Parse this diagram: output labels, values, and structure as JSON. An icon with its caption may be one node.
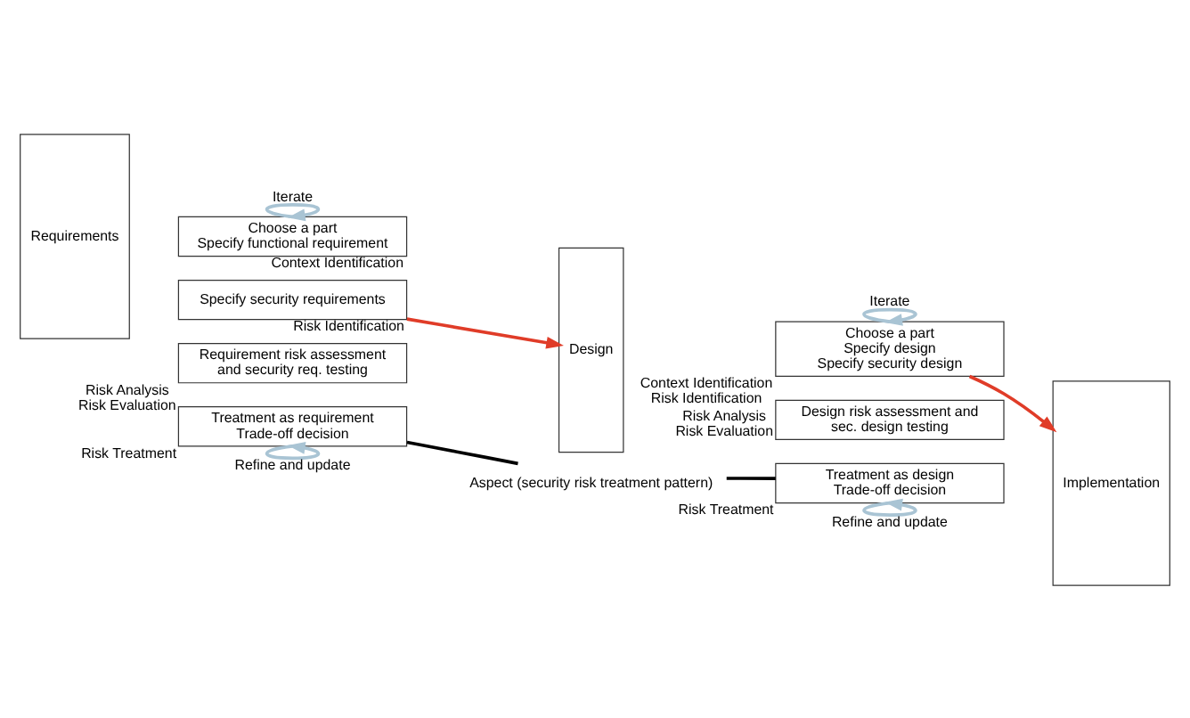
{
  "diagram": {
    "nodes": [
      {
        "text": [
          "Requirements"
        ]
      },
      {
        "text": [
          "Choose a part",
          "Specify functional requirement"
        ],
        "beside": [
          "Context Identification"
        ]
      },
      {
        "text": [
          "Specify security requirements"
        ],
        "beside": [
          "Risk Identification"
        ]
      },
      {
        "text": [
          "Requirement risk assessment and security req. testing"
        ],
        "beside": [
          "Risk Analysis",
          "Risk Evaluation"
        ]
      },
      {
        "text": [
          "Treatment as requirement",
          "Trade-off decision"
        ],
        "beside": [
          "Risk Treatment"
        ]
      },
      {
        "text": [
          "Design"
        ]
      },
      {
        "text": [
          "Choose a part",
          "Specify design",
          "Specify security design"
        ],
        "beside": [
          "Context Identification",
          "Risk Identification"
        ]
      },
      {
        "text": [
          "Design risk assessment and sec. design testing"
        ],
        "beside": [
          "Risk Analysis",
          "Risk Evaluation"
        ]
      },
      {
        "text": [
          "Treatment as design",
          "Trade-off decision"
        ],
        "beside": [
          "Risk Treatment"
        ]
      },
      {
        "text": [
          "Implementation"
        ]
      },
      {
        "text": [
          "Aspect (security risk treatment pattern)"
        ]
      }
    ],
    "edges": [
      {
        "from": 1,
        "to": 1,
        "arrow": "to",
        "label": "Iterate",
        "color": "#a9c4d4"
      },
      {
        "from": 4,
        "to": 4,
        "arrow": "to",
        "label": "Refine and update",
        "color": "#a9c4d4"
      },
      {
        "from": 6,
        "to": 6,
        "arrow": "to",
        "label": "Iterate",
        "color": "#a9c4d4"
      },
      {
        "from": 8,
        "to": 8,
        "arrow": "to",
        "label": "Refine and update",
        "color": "#a9c4d4"
      },
      {
        "from": 2,
        "to": 5,
        "arrow": "to",
        "color": "#e03c28"
      },
      {
        "from": 6,
        "to": 9,
        "arrow": "to",
        "color": "#e03c28"
      },
      {
        "from": 10,
        "to": 4,
        "arrow": "none",
        "color": "#000000"
      },
      {
        "from": 10,
        "to": 8,
        "arrow": "none",
        "color": "#000000"
      }
    ]
  }
}
